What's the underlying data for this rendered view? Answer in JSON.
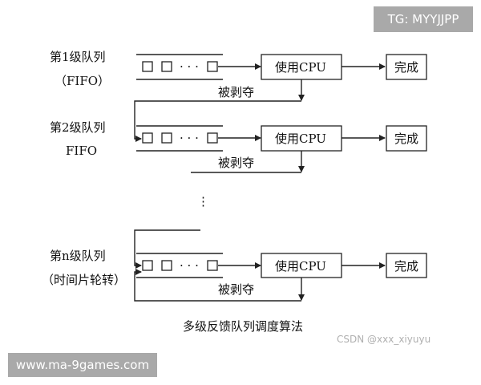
{
  "queues": [
    {
      "name": "第1级队列",
      "policy": "（FIFO）"
    },
    {
      "name": "第2级队列",
      "policy": "FIFO"
    },
    {
      "name": "第n级队列",
      "policy": "（时间片轮转）"
    }
  ],
  "cpu_label": "使用CPU",
  "done_label": "完成",
  "preempt_label": "被剥夺",
  "ellipsis": "· · ·",
  "vertical_ellipsis": "⋮",
  "caption": "多级反馈队列调度算法",
  "watermarks": {
    "tg": "TG: MYYJJPP",
    "site": "www.ma-9games.com",
    "csdn": "CSDN @xxx_xiyuyu"
  }
}
